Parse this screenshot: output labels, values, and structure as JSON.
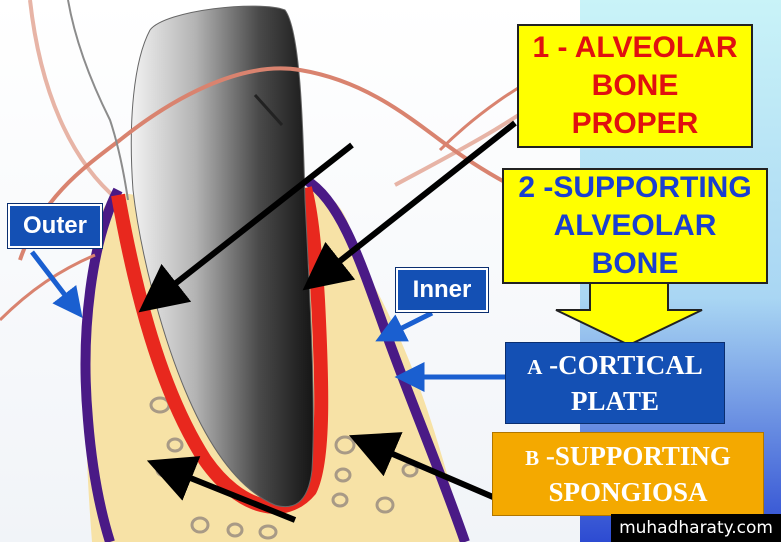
{
  "labels": {
    "alveolar_bone_proper": [
      "1 - ALVEOLAR",
      "BONE",
      "PROPER"
    ],
    "supporting_alveolar_bone": [
      "2 -SUPPORTING",
      "ALVEOLAR",
      "BONE"
    ],
    "outer": "Outer",
    "inner": "Inner",
    "cortical_plate": {
      "letter": "A",
      "line1_rest": " -CORTICAL",
      "line2": "PLATE"
    },
    "supporting_spongiosa": {
      "letter": "B",
      "line1_rest": " -SUPPORTING",
      "line2": "SPONGIOSA"
    }
  },
  "watermark": "muhadharaty.com",
  "colors": {
    "alveolar_bone_proper_line": "#e8281e",
    "cortical_plate_line": "#4a1a86",
    "bone_fill": "#f7e2a6",
    "tooth_root": "#8a8a8a",
    "gingiva_line": "#d9836f",
    "arrow_black": "#000000",
    "arrow_blue": "#1a5fd0",
    "right_panel": "#c7f1f8"
  }
}
